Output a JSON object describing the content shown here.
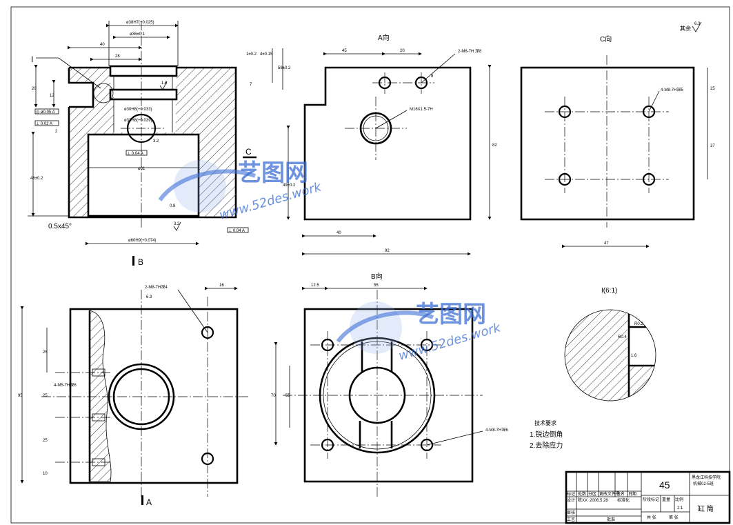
{
  "views": {
    "a_view": {
      "title": "A向",
      "dims": {
        "left": "45",
        "mid": "20",
        "height": "82",
        "bottom": "92",
        "b40": "40",
        "v49": "49±0.2"
      },
      "callouts": {
        "top": "2-M6-7H 深8",
        "center": "M16X1.5-7H",
        "depth8": "8"
      }
    },
    "c_view": {
      "title": "C向",
      "dims": {
        "bottom": "47",
        "side25": "25",
        "side37": "37"
      },
      "callouts": {
        "holes": "4-M8-7H深5"
      }
    },
    "b_view": {
      "title": "B向",
      "dims": {
        "d12": "12.5",
        "d55": "55",
        "left70": "70",
        "left55": "55"
      },
      "callouts": {
        "holes": "4-M8-7H深6"
      }
    },
    "section": {
      "dims": {
        "d38": "ø38H7(+0.025)",
        "d36": "ø36±0.1",
        "d40": "40",
        "d28": "28",
        "d20": "20",
        "d12": "12",
        "h46": "46±0.2",
        "d30": "ø30H8(+0.033)",
        "d32": "ø32H8(+0.039)",
        "d61": "ø61",
        "d60": "ø60H9(+0.074)",
        "chamfer": "0.5x45°",
        "r1": "1±0.2",
        "r4": "4±0.15",
        "r58": "58±0.2",
        "r7": "7",
        "r2": "2"
      },
      "markers": {
        "i_label": "I",
        "b_label": "B",
        "c_label": "C"
      },
      "gdt": [
        "◎ ø0.05 A",
        "⊥ 0.02 A",
        "⊥ 0.04 A",
        "⊥ 0.04 A"
      ],
      "finish": [
        "1.6",
        "3.2",
        "0.8",
        "3.2"
      ]
    },
    "bottom_left": {
      "dims": {
        "d16": "16",
        "d95": "95",
        "d25a": "25",
        "d25b": "25",
        "d25c": "25",
        "d10": "10"
      },
      "callouts": {
        "top": "2-M8-7H深4",
        "side": "4-M5-7H深6"
      },
      "finish": "6.3",
      "arrow_label": "A"
    },
    "detail": {
      "title": "I(6:1)",
      "r02": "R0.2",
      "r04": "R0.4",
      "finish": "1.6"
    }
  },
  "roughness": {
    "label": "其余",
    "value": "6.3"
  },
  "notes": {
    "title": "技术要求",
    "items": [
      "1.锐边倒角",
      "2.去除应力"
    ]
  },
  "title_block": {
    "material": "45",
    "school": "黑龙江科技学院",
    "class": "机械02-5班",
    "part": "缸 筒",
    "header": [
      "标记",
      "处数",
      "分区",
      "更改文件号",
      "签名",
      "日期"
    ],
    "row2": [
      "设计",
      "陈XX",
      "2006.5.28",
      "标准化"
    ],
    "stage": "阶段标记",
    "weight": "重量",
    "scale": "比例",
    "scale_val": "2:1",
    "sheets": "共 张",
    "sheet": "第 张",
    "review": "审核",
    "process": "工艺",
    "approve": "批准"
  },
  "watermark": {
    "brand": "艺图网",
    "url": "www.52des.work"
  }
}
